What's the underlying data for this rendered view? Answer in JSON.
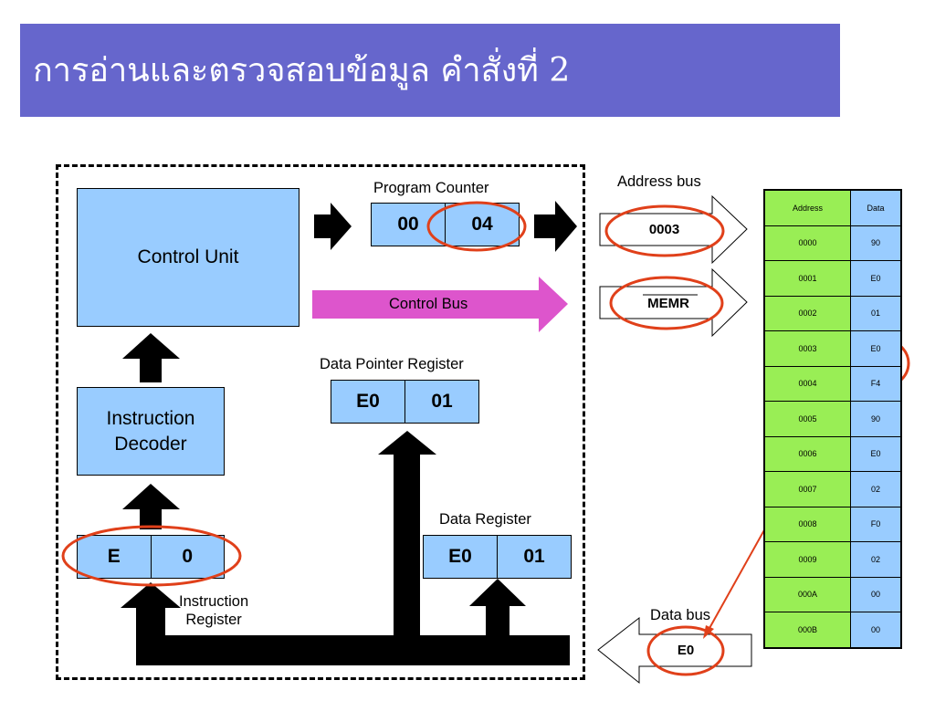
{
  "title": "การอ่านและตรวจสอบข้อมูล คำสั่งที่ 2",
  "control_unit": "Control Unit",
  "instruction_decoder": "Instruction\nDecoder",
  "program_counter": {
    "label": "Program Counter",
    "high": "00",
    "low": "04"
  },
  "control_bus": "Control Bus",
  "data_pointer_register": {
    "label": "Data Pointer Register",
    "high": "E0",
    "low": "01"
  },
  "data_register": {
    "label": "Data Register",
    "high": "E0",
    "low": "01"
  },
  "instruction_register": {
    "label": "Instruction\nRegister",
    "high": "E",
    "low": "0"
  },
  "address_bus": {
    "label": "Address bus",
    "value": "0003"
  },
  "control_bus_signal": "MEMR",
  "data_bus": {
    "label": "Data bus",
    "value": "E0"
  },
  "memory": {
    "headers": [
      "Address",
      "Data"
    ],
    "rows": [
      [
        "0000",
        "90"
      ],
      [
        "0001",
        "E0"
      ],
      [
        "0002",
        "01"
      ],
      [
        "0003",
        "E0"
      ],
      [
        "0004",
        "F4"
      ],
      [
        "0005",
        "90"
      ],
      [
        "0006",
        "E0"
      ],
      [
        "0007",
        "02"
      ],
      [
        "0008",
        "F0"
      ],
      [
        "0009",
        "02"
      ],
      [
        "000A",
        "00"
      ],
      [
        "000B",
        "00"
      ]
    ]
  },
  "colors": {
    "title_bg": "#6666cc",
    "register_fill": "#99ccff",
    "address_fill": "#99ee55",
    "control_bus": "#dd55cc",
    "highlight": "#e0401a"
  }
}
